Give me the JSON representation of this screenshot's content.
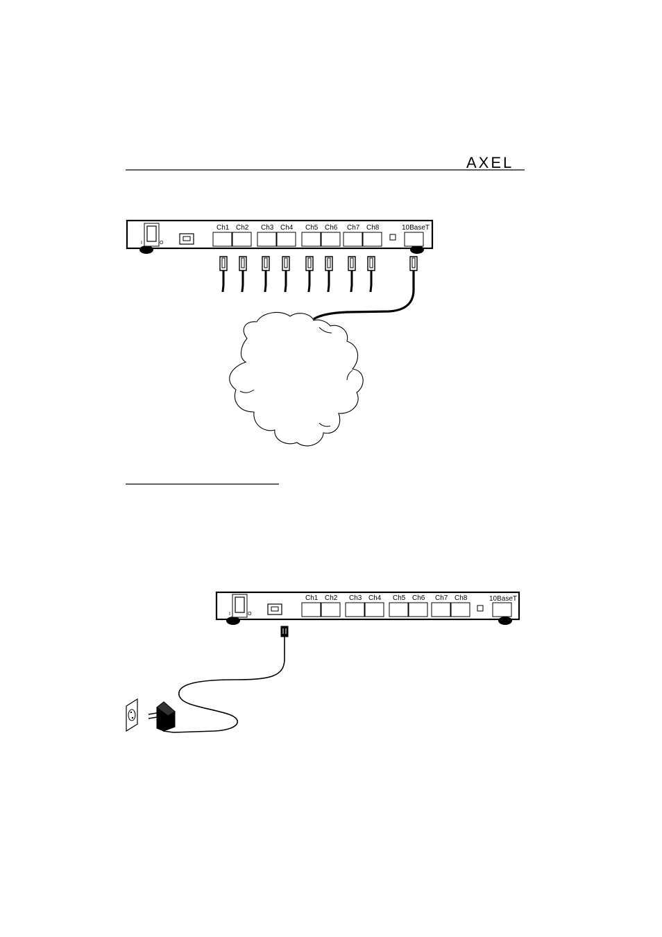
{
  "header": {
    "logo": "AXEL"
  },
  "top_device": {
    "ports": [
      "Ch1",
      "Ch2",
      "Ch3",
      "Ch4",
      "Ch5",
      "Ch6",
      "Ch7",
      "Ch8"
    ],
    "lan_port": "10BaseT",
    "switch_on": "I",
    "switch_off": "O"
  },
  "bottom_device": {
    "ports": [
      "Ch1",
      "Ch2",
      "Ch3",
      "Ch4",
      "Ch5",
      "Ch6",
      "Ch7",
      "Ch8"
    ],
    "lan_port": "10BaseT",
    "switch_on": "I",
    "switch_off": "O"
  },
  "colors": {
    "ink": "#000000",
    "paper": "#ffffff"
  },
  "icons": [
    "power-switch-icon",
    "power-jack-icon",
    "rj45-plug-icon",
    "network-cloud-icon",
    "wall-outlet-icon",
    "power-adapter-icon"
  ]
}
